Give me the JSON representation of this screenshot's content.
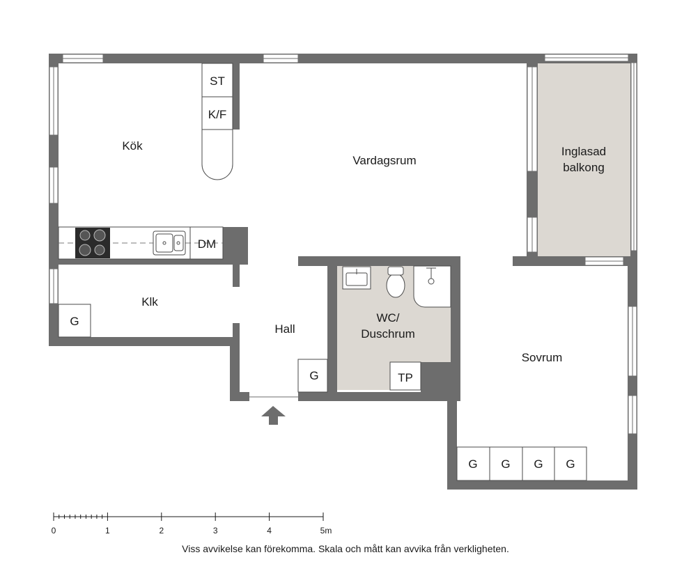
{
  "rooms": {
    "kok": "Kök",
    "vardagsrum": "Vardagsrum",
    "inglasad_balkong_line1": "Inglasad",
    "inglasad_balkong_line2": "balkong",
    "klk": "Klk",
    "hall": "Hall",
    "wc_line1": "WC/",
    "wc_line2": "Duschrum",
    "sovrum": "Sovrum"
  },
  "fixtures": {
    "st": "ST",
    "kf": "K/F",
    "dm": "DM",
    "tp": "TP",
    "garderob": "G"
  },
  "scale": {
    "labels": [
      "0",
      "1",
      "2",
      "3",
      "4",
      "5m"
    ]
  },
  "disclaimer": "Viss avvikelse kan förekomma. Skala och mått kan avvika från verkligheten.",
  "colors": {
    "wall": "#6d6d6d",
    "wet_room": "#dcd8d2",
    "balcony": "#dcd8d2",
    "line": "#4a4a4a"
  }
}
